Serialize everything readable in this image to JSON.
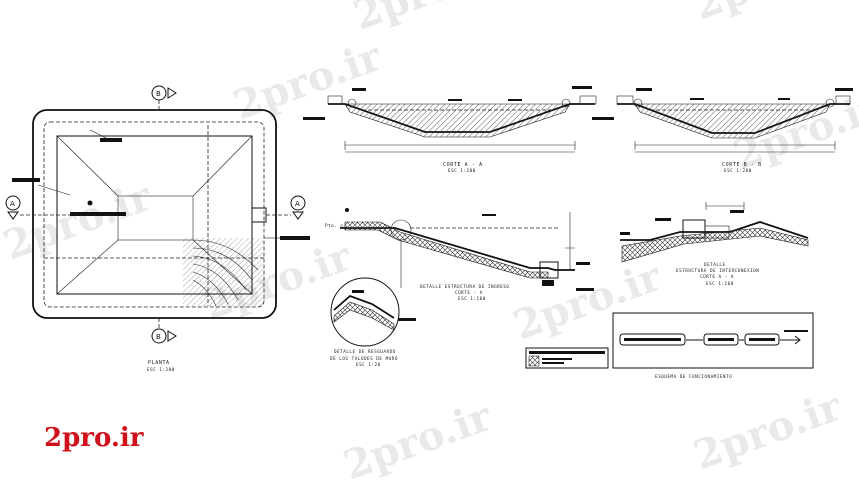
{
  "brand": {
    "logo_text": "2pro.ir"
  },
  "watermark": "2pro.ir",
  "plan": {
    "axis_a": "A",
    "axis_b": "B",
    "title": "PLANTA",
    "scale": "ESC 1:200"
  },
  "section_a": {
    "title": "CORTE A - A",
    "scale": "ESC 1:200"
  },
  "section_b": {
    "title": "CORTE B - B",
    "scale": "ESC 1:200"
  },
  "entrance_detail": {
    "title": "DETALLE ESTRUCTURA DE INGRESO",
    "subtitle": "CORTE - A",
    "scale": "ESC 1:100",
    "level_label": "Pto. n"
  },
  "interconnection_detail": {
    "title": "DETALLE",
    "subtitle": "ESTRUCTURA DE INTERCONEXION",
    "cut": "CORTE A - A",
    "scale": "ESC 1:100"
  },
  "slope_detail": {
    "title": "DETALLE DE RESGUARDO",
    "subtitle": "DE LOS TALUDES DE MURO",
    "scale": "ESC 1:20"
  },
  "scheme": {
    "title": "ESQUEMA DE FUNCIONAMIENTO"
  }
}
